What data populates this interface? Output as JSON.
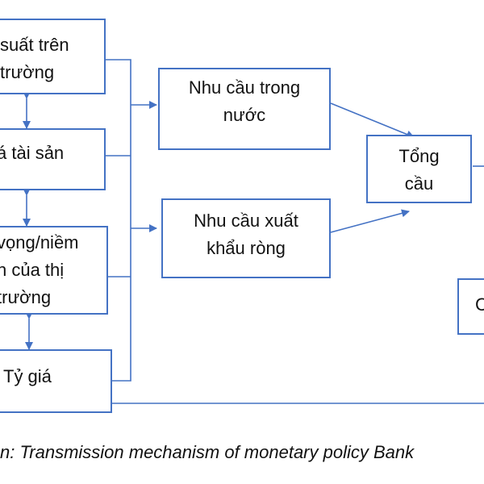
{
  "boxes": {
    "market_rates": "suất trên\ntrường",
    "asset_prices": "á tài sản",
    "expectations": "vọng/niềm\nn của thị\ntrường",
    "exchange_rate": "Tỷ giá",
    "domestic_demand": "Nhu cầu trong\nnước",
    "net_export_demand": "Nhu cầu xuất\nkhẩu ròng",
    "aggregate_demand": "Tổng\ncầu",
    "right_partial": "C"
  },
  "caption": "n: Transmission mechanism of monetary policy Bank",
  "colors": {
    "line": "#4472c4",
    "text": "#111111"
  }
}
